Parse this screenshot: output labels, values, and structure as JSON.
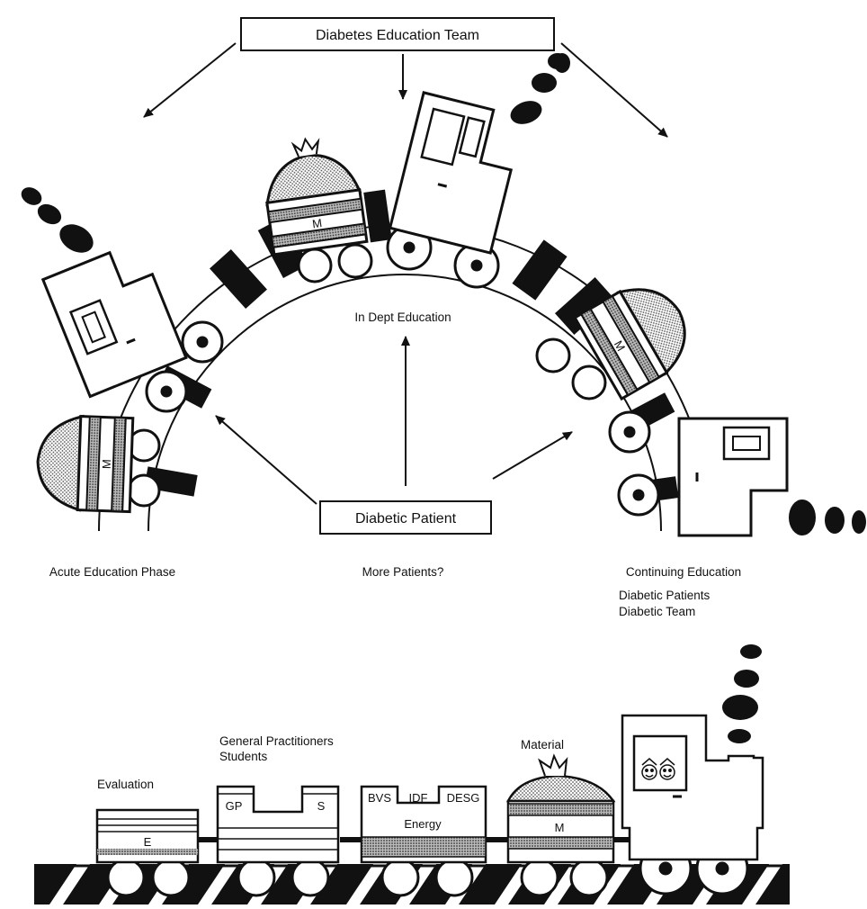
{
  "top_box": "Diabetes Education Team",
  "center_box": "Diabetic Patient",
  "label_in_dept": "In Dept Education",
  "label_acute": "Acute Education Phase",
  "label_more": "More Patients?",
  "label_continuing": "Continuing Education",
  "bottom": {
    "engine_line1": "Diabetic Patients",
    "engine_line2": "Diabetic Team",
    "material": "Material",
    "material_car": "M",
    "gp_line1": "General Practitioners",
    "gp_line2": "Students",
    "gp_left": "GP",
    "gp_right": "S",
    "evaluation": "Evaluation",
    "evaluation_car": "E",
    "energy_bvs": "BVS",
    "energy_idf": "IDF",
    "energy_desg": "DESG",
    "energy": "Energy"
  },
  "arch_car_letter": "M"
}
